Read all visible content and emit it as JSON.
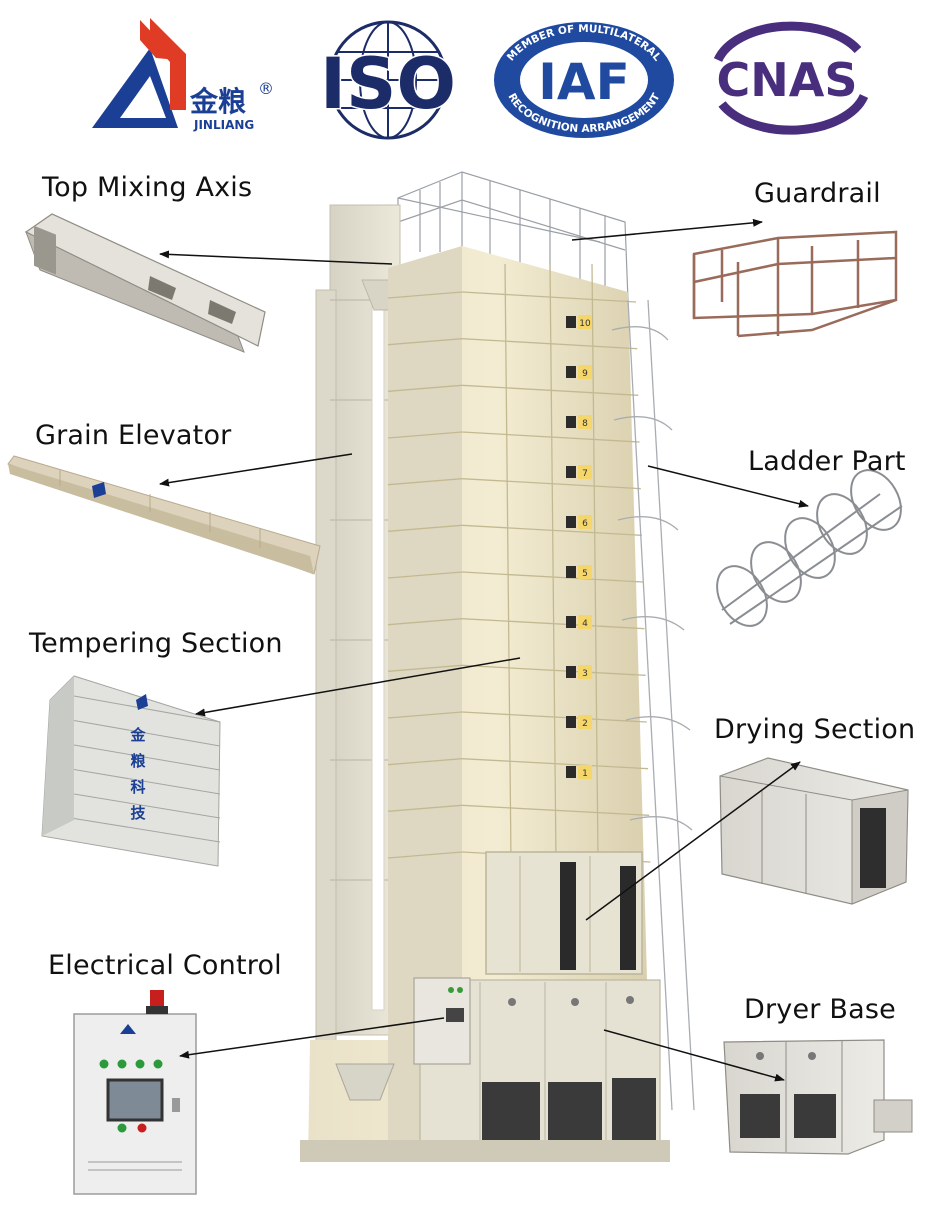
{
  "logos": {
    "brand_cn": "金粮",
    "brand_en": "JINLIANG",
    "registered": "®",
    "iso": "ISO",
    "iaf": "IAF",
    "iaf_ring_top": "MEMBER OF MULTILATERAL",
    "iaf_ring_bottom": "RECOGNITION ARRANGEMENT",
    "cnas": "CNAS"
  },
  "parts": [
    {
      "id": "top-mixing-axis",
      "label": "Top Mixing Axis"
    },
    {
      "id": "guardrail",
      "label": "Guardrail"
    },
    {
      "id": "grain-elevator",
      "label": "Grain Elevator"
    },
    {
      "id": "ladder-part",
      "label": "Ladder Part"
    },
    {
      "id": "tempering-section",
      "label": "Tempering Section"
    },
    {
      "id": "drying-section",
      "label": "Drying Section"
    },
    {
      "id": "electrical-control",
      "label": "Electrical Control"
    },
    {
      "id": "dryer-base",
      "label": "Dryer Base"
    }
  ],
  "tower_numbers": [
    "10",
    "9",
    "8",
    "7",
    "6",
    "5",
    "4",
    "3",
    "2",
    "1"
  ],
  "tempering_chars": [
    "金",
    "粮",
    "科",
    "技"
  ],
  "colors": {
    "brand_blue": "#1b3f95",
    "brand_red": "#e03b24",
    "iso_navy": "#1c2c68",
    "iaf_blue": "#1f4aa0",
    "cnas_purple": "#4a2e7e",
    "tower_cream": "#eee6c9",
    "frame_rust": "#9a6b5a"
  }
}
